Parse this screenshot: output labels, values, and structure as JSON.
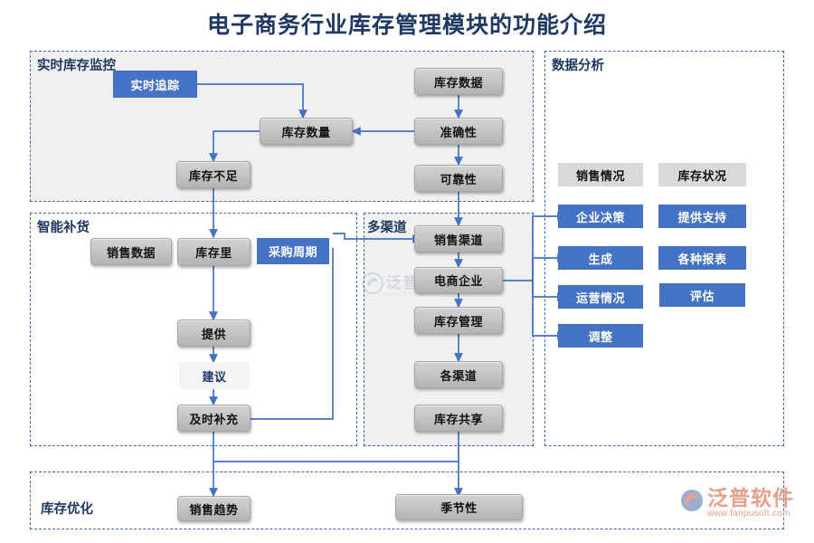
{
  "title": "电子商务行业库存管理模块的功能介绍",
  "panels": [
    {
      "key": "realtime",
      "label": "实时库存监控"
    },
    {
      "key": "replenish",
      "label": "智能补货"
    },
    {
      "key": "multi",
      "label": "多渠道"
    },
    {
      "key": "analysis",
      "label": "数据分析"
    },
    {
      "key": "optimize",
      "label": "库存优化"
    }
  ],
  "nodes": {
    "realtime_tracking": "实时追踪",
    "stock_quantity": "库存数量",
    "stock_shortage": "库存不足",
    "stock_data": "库存数据",
    "accuracy": "准确性",
    "reliability": "可靠性",
    "sales_data": "销售数据",
    "stock_level": "库存里",
    "purchase_cycle": "采购周期",
    "provide": "提供",
    "suggestion": "建议",
    "timely_refill": "及时补充",
    "sales_channel": "销售渠道",
    "ecommerce_enterprise": "电商企业",
    "inventory_management": "库存管理",
    "each_channel": "各渠道",
    "inventory_sharing": "库存共享",
    "sales_situation": "销售情况",
    "stock_status": "库存状况",
    "enterprise_decision": "企业决策",
    "provide_support": "提供支持",
    "generate": "生成",
    "various_reports": "各种报表",
    "operation_situation": "运营情况",
    "evaluation": "评估",
    "adjustment": "调整",
    "sales_trend": "销售趋势",
    "seasonality": "季节性"
  },
  "watermark": {
    "center_text": "泛普软件",
    "center_sub": "FANPU SOFTWARE"
  },
  "logo": {
    "brand": "泛普软件",
    "url": "www.fanpusoft.com"
  },
  "colors": {
    "title": "#1F3864",
    "accent_blue": "#4472C4",
    "panel_border": "#3a66c4",
    "panel_fill": "#f0f0f0",
    "node_gray": "#c6c6c6",
    "node_flat_gray": "#d9d9d9",
    "arrow": "#4472C4",
    "logo": "#E8A08A"
  }
}
